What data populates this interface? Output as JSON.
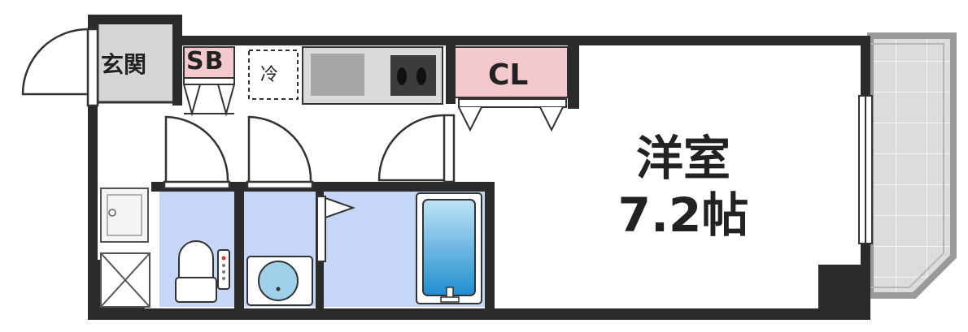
{
  "labels": {
    "entrance": "玄関",
    "shoe_box": "SB",
    "fridge": "冷",
    "closet": "CL",
    "room_name": "洋室",
    "room_size": "7.2帖"
  },
  "colors": {
    "wall": "#2b2b2b",
    "floor": "#ffffff",
    "wet_area": "#c6d6f7",
    "entrance_tile": "#d6d6d6",
    "closet_fill": "#f3c9cd",
    "balcony": "#d9d9d9",
    "kitchen_counter": "#dadada",
    "bathtub_top": "#bfe3f5",
    "bathtub_bottom": "#1f8fcf"
  }
}
